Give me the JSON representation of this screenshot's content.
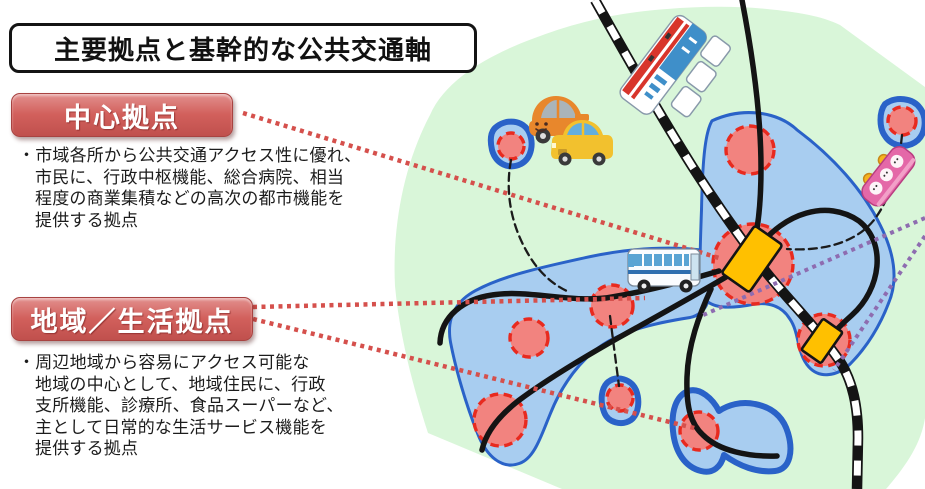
{
  "title": "主要拠点と基幹的な公共交通軸",
  "sections": [
    {
      "label": "中心拠点",
      "description": "・市域各所から公共交通アクセス性に優れ、\n市民に、行政中枢機能、総合病院、相当\n程度の商業集積などの高次の都市機能を\n提供する拠点"
    },
    {
      "label": "地域／生活拠点",
      "description": "・周辺地域から容易にアクセス可能な\n地域の中心として、地域住民に、行政\n支所機能、診療所、食品スーパーなど、\n主として日常的な生活サービス機能を\n提供する拠点"
    }
  ],
  "map": {
    "illustration_icons": [
      "train-icon",
      "car-icon",
      "taxi-icon",
      "bus-icon",
      "community-bus-icon"
    ],
    "marker_counts": {
      "hubs": 10,
      "stations": 2
    }
  },
  "colors": {
    "badge_red_top": "#e2908e",
    "badge_red_mid": "#d2605c",
    "badge_red_bottom": "#c0504d",
    "connector_red": "#d5504c",
    "connector_purple": "#8e6cb0",
    "city_area_green": "#d9f6d9",
    "corridor_fill": "#a8cdf0",
    "corridor_border": "#2a62c8",
    "hub_fill": "#f2837f",
    "hub_border": "#e82a1f",
    "station_orange": "#ffc000"
  }
}
